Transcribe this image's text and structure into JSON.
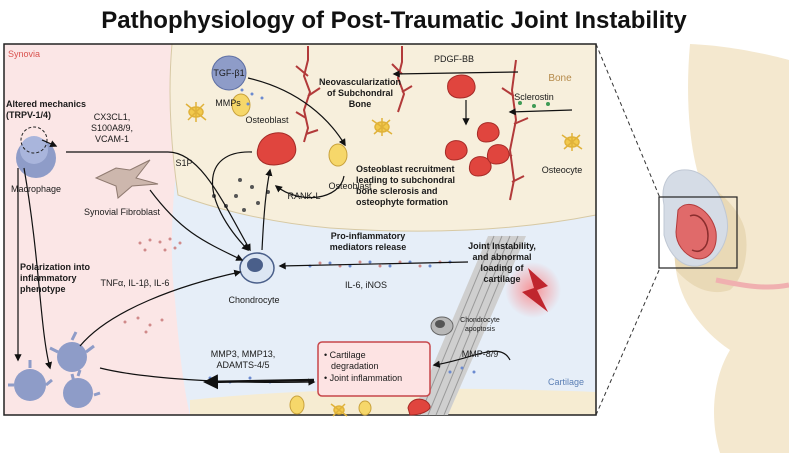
{
  "title": "Pathophysiology of Post-Traumatic Joint Instability",
  "regions": {
    "synovia": "Synovia",
    "bone": "Bone",
    "cartilage": "Cartilage"
  },
  "labels": {
    "altered_mechanics_1": "Altered mechanics",
    "altered_mechanics_2": "(TRPV-1/4)",
    "cx3cl1": "CX3CL1,",
    "s100a8": "S100A8/9,",
    "vcam": "VCAM-1",
    "macrophage": "Macrophage",
    "synovial_fibroblast": "Synovial Fibroblast",
    "polarization_1": "Polarization into",
    "polarization_2": "inflammatory",
    "polarization_3": "phenotype",
    "tnfa": "TNFα, IL-1β, IL-6",
    "tgfb1": "TGF-β1",
    "mmps": "MMPs",
    "osteoblast_1": "Osteoblast",
    "osteoblast_2": "Osteoblast",
    "s1p": "S1P",
    "rankl": "RANK-L",
    "pdgfbb": "PDGF-BB",
    "neovasc_1": "Neovascularization",
    "neovasc_2": "of Subchondral",
    "neovasc_3": "Bone",
    "sclerostin": "Sclerostin",
    "osteocyte": "Osteocyte",
    "recruit_1": "Osteoblast recruitment",
    "recruit_2": "leading to subchondral",
    "recruit_3": "bone sclerosis and",
    "recruit_4": "osteophyte formation",
    "proinflam_1": "Pro-inflammatory",
    "proinflam_2": "mediators release",
    "il6_inos": "IL-6, iNOS",
    "instability_1": "Joint Instability,",
    "instability_2": "and abnormal",
    "instability_3": "loading of",
    "instability_4": "cartilage",
    "chondrocyte": "Chondrocyte",
    "apoptosis_1": "Chondrocyte",
    "apoptosis_2": "apoptosis",
    "mmp3_1": "MMP3, MMP13,",
    "mmp3_2": "ADAMTS-4/5",
    "mmp89": "MMP-8/9",
    "outcome_1": "• Cartilage",
    "outcome_2": "degradation",
    "outcome_3": "• Joint inflammation"
  },
  "colors": {
    "synovia_bg": "#fbe6e6",
    "bone_bg": "#f7efdc",
    "cartilage_bg": "#e6eef8",
    "accent_red": "#e0453e",
    "macrophage": "#8e9cc8",
    "osteoblast_yellow": "#f2c94c"
  }
}
